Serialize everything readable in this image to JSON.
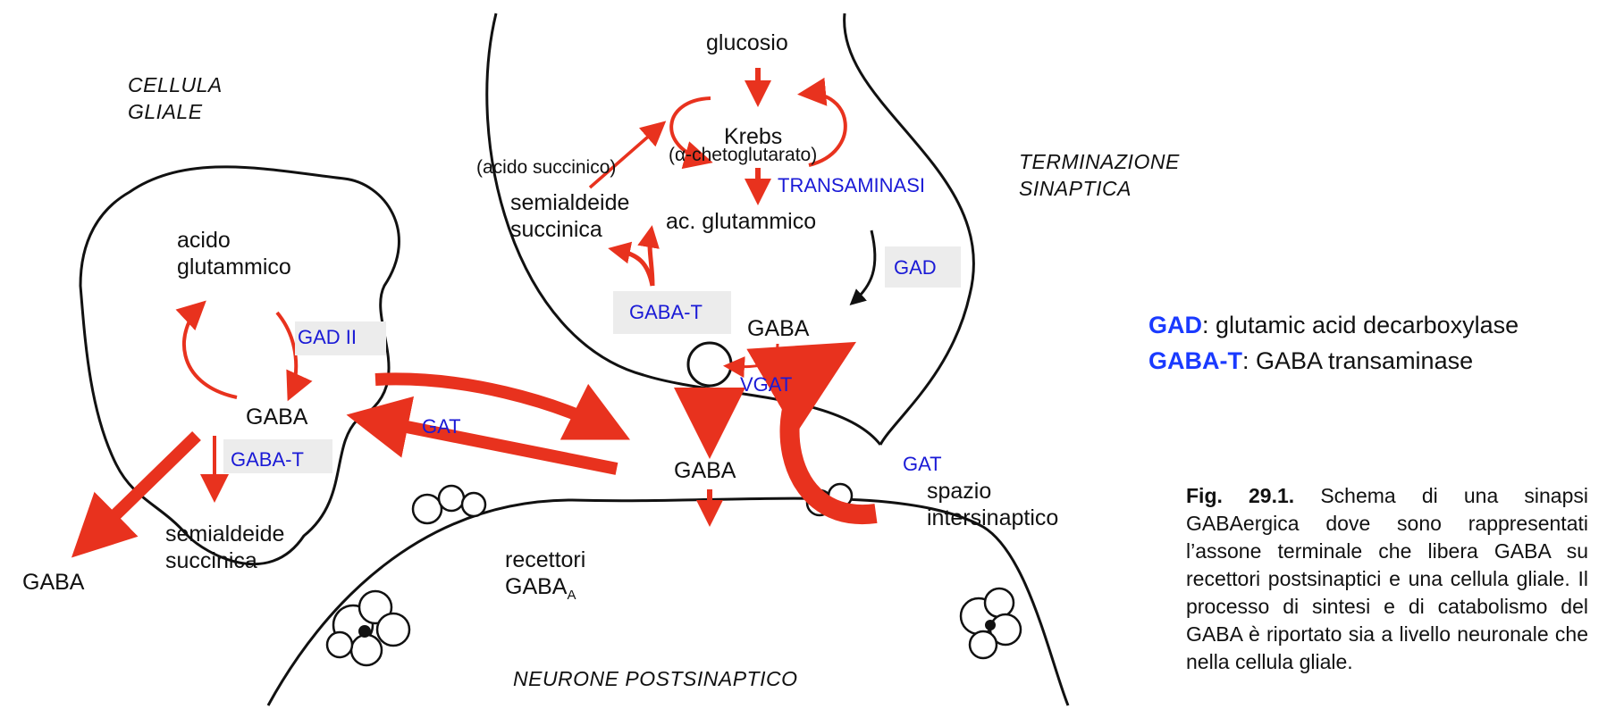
{
  "labels": {
    "glucosio": "glucosio",
    "krebs": "Krebs",
    "chetoglutarato": "(α-chetoglutarato)",
    "acido_succinico": "(acido succinico)",
    "semialdeide_top": "semialdeide\nsuccinica",
    "ac_glutammico": "ac. glutammico",
    "transaminasi": "TRANSAMINASI",
    "gad": "GAD",
    "gaba_t_top": "GABA-T",
    "gaba_terminal": "GABA",
    "vgat": "VGAT",
    "gaba_cleft": "GABA",
    "gat_right": "GAT",
    "spazio": "spazio\nintersinaptico",
    "recettori": "recettori",
    "gaba_a": "GABA",
    "gaba_a_sub": "A",
    "terminazione": "TERMINAZIONE\nSINAPTICA",
    "cellula_gliale": "CELLULA\nGLIALE",
    "acido_glutammico_glia": "acido\nglutammico",
    "gad_ii": "GAD II",
    "gaba_glia": "GABA",
    "gat_left": "GAT",
    "gaba_t_glia": "GABA-T",
    "semialdeide_glia": "semialdeide\nsuccinica",
    "gaba_out": "GABA",
    "neurone": "NEURONE POSTSINAPTICO"
  },
  "legend": {
    "gad_key": "GAD",
    "gad_text": ": glutamic acid decarboxylase",
    "gabat_key": "GABA-T",
    "gabat_text": ":  GABA transaminase"
  },
  "caption": {
    "figure_no": "Fig. 29.1.",
    "text": "Schema di una sinapsi GABAergica dove sono rappresentati l’assone terminale che libera GABA su recettori postsinaptici e una cellula gliale. Il processo di sintesi e di catabolismo del GABA è riportato sia a livello neuronale che nella cellula gliale."
  },
  "colors": {
    "arrow_red": "#e8321e",
    "enzyme_blue": "#1a1ad6",
    "legend_blue": "#1a3aff"
  }
}
